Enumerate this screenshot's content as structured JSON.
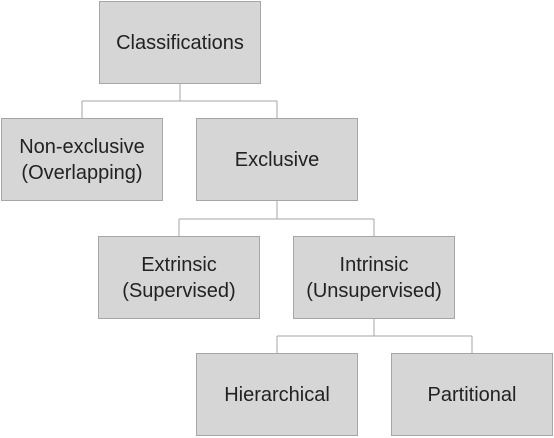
{
  "colors": {
    "node_fill": "#d6d6d6",
    "node_border": "#a6a6a6",
    "connector": "#a6a6a6",
    "text": "#222222"
  },
  "nodes": {
    "root": "Classifications",
    "non_exclusive": "Non-exclusive\n(Overlapping)",
    "exclusive": "Exclusive",
    "extrinsic": "Extrinsic\n(Supervised)",
    "intrinsic": "Intrinsic\n(Unsupervised)",
    "hierarchical": "Hierarchical",
    "partitional": "Partitional"
  }
}
